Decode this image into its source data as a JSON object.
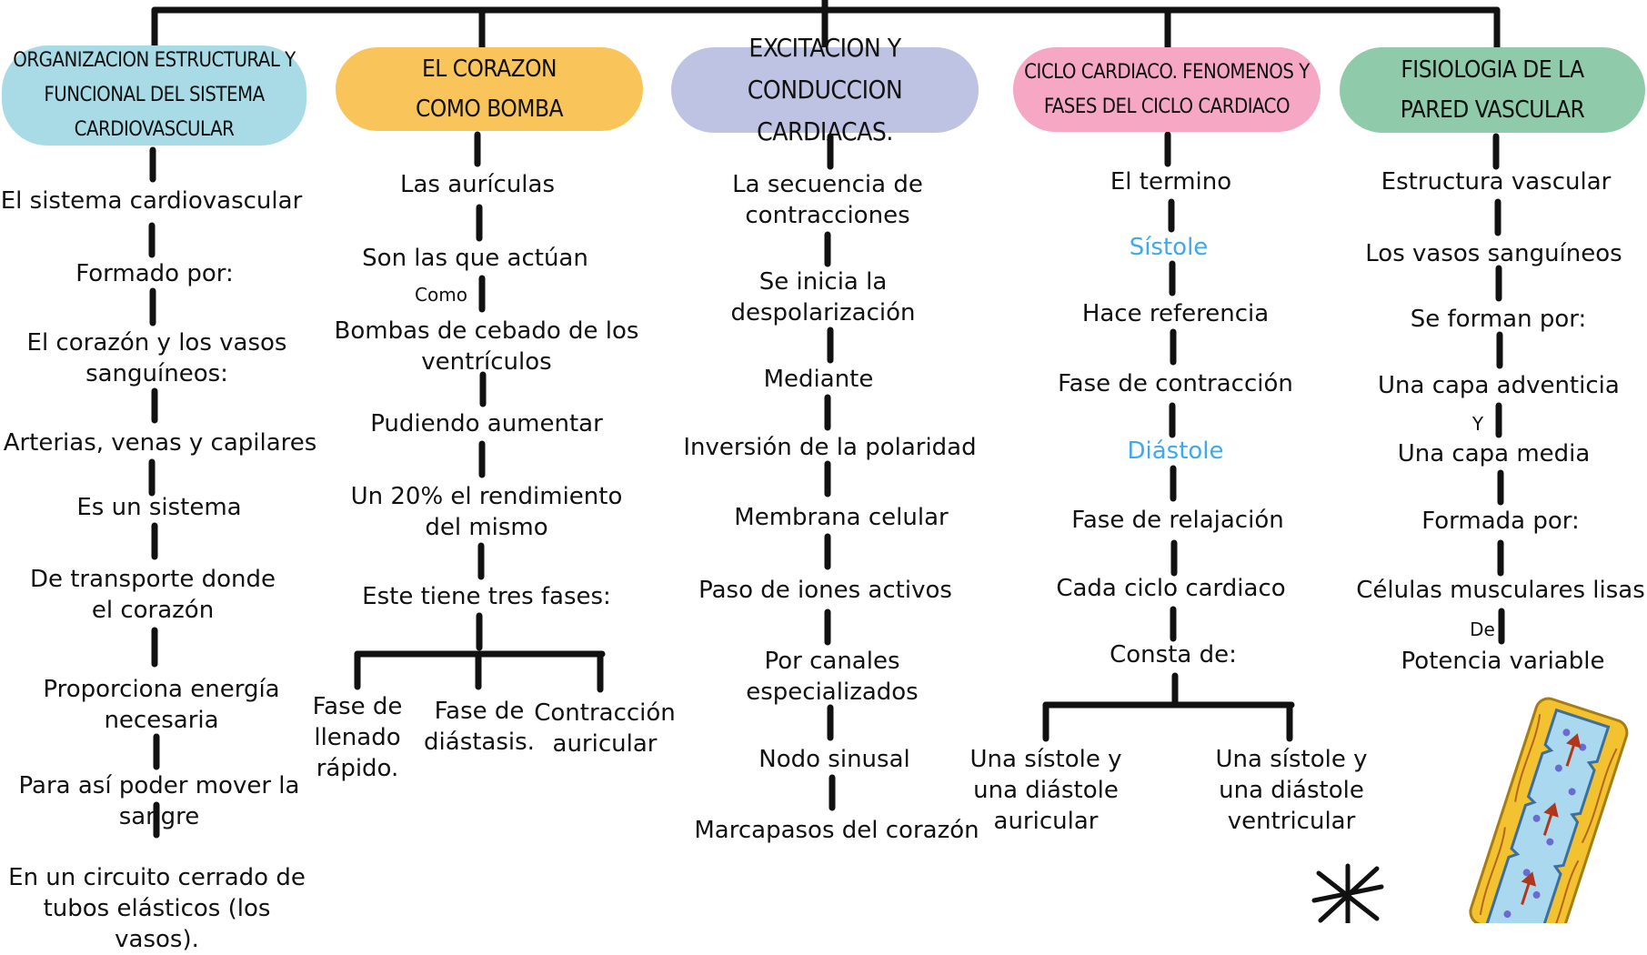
{
  "headers": [
    {
      "text": "ORGANIZACION ESTRUCTURAL Y FUNCIONAL DEL SISTEMA CARDIOVASCULAR",
      "color": "#a9dbe7"
    },
    {
      "text": "EL CORAZON COMO BOMBA",
      "color": "#f9c55a"
    },
    {
      "text": "EXCITACION Y CONDUCCION CARDIACAS.",
      "color": "#bfc3e3"
    },
    {
      "text": "CICLO CARDIACO. FENOMENOS Y FASES DEL CICLO CARDIACO",
      "color": "#f5a7c4"
    },
    {
      "text": "FISIOLOGIA DE LA PARED VASCULAR",
      "color": "#8fcbaa"
    }
  ],
  "col1": [
    "El sistema cardiovascular",
    "Formado por:",
    "El corazón y los vasos sanguíneos:",
    "Arterias, venas y capilares",
    "Es un sistema",
    "De transporte donde el corazón",
    "Proporciona energía necesaria",
    "Para así poder mover la sangre",
    "En un circuito cerrado de tubos elásticos (los vasos)."
  ],
  "col2": {
    "n1": "Las aurículas",
    "n2": "Son las que actúan",
    "conn": "Como",
    "n3": "Bombas de cebado de los ventrículos",
    "n4": "Pudiendo aumentar",
    "n5": "Un 20% el rendimiento del mismo",
    "n6": "Este tiene tres fases:",
    "phases": [
      "Fase de llenado rápido.",
      "Fase de diástasis.",
      "Contracción auricular"
    ]
  },
  "col3": [
    "La secuencia de contracciones",
    "Se inicia la despolarización",
    "Mediante",
    "Inversión de la polaridad",
    "Membrana celular",
    "Paso de iones activos",
    "Por canales especializados",
    "Nodo sinusal",
    "Marcapasos del corazón"
  ],
  "col4": {
    "n1": "El termino",
    "n2": "Sístole",
    "n3": "Hace referencia",
    "n4": "Fase de contracción",
    "n5": "Diástole",
    "n6": "Fase de relajación",
    "n7": "Cada ciclo cardiaco",
    "n8": "Consta de:",
    "b1": "Una sístole y una diástole auricular",
    "b2": "Una sístole y una diástole ventricular"
  },
  "col5": {
    "n1": "Estructura vascular",
    "n2": "Los vasos sanguíneos",
    "n3": "Se forman por:",
    "n4": "Una capa adventicia",
    "conn1": "Y",
    "n5": "Una capa media",
    "n6": "Formada por:",
    "n7": "Células musculares lisas",
    "conn2": "De",
    "n8": "Potencia variable"
  },
  "colors": {
    "line": "#111111",
    "blue_text": "#3fa9f0",
    "vessel_outer": "#f2c230",
    "vessel_inner": "#a9d8ef"
  },
  "icons": [
    "blood-vessel-illustration",
    "asterisk-star-icon"
  ]
}
